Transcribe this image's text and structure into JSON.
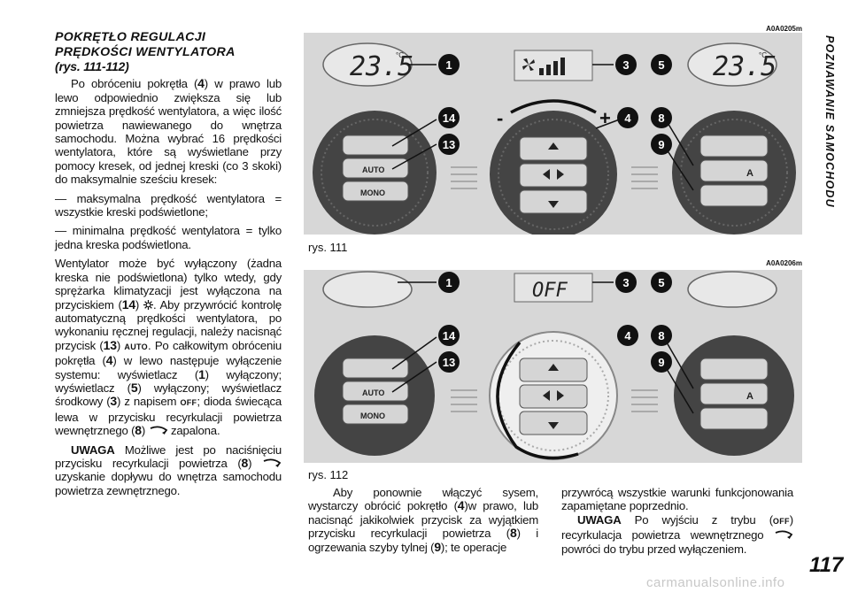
{
  "section": {
    "title_line1": "POKRĘTŁO REGULACJI",
    "title_line2": "PRĘDKOŚCI WENTYLATORA",
    "ref": "(rys. 111-112)"
  },
  "left": {
    "p1_a": "Po obróceniu pokrętła (",
    "p1_num": "4",
    "p1_b": ") w prawo lub lewo odpowiednio zwiększa się lub zmniejsza prędkość wentylatora, a więc ilość powietrza nawiewanego do wnętrza samochodu. Można wybrać 16 prędkości wentylatora, które są wyświetlane przy pomocy kresek, od jednej kreski (co 3 skoki) do maksymalnie sześciu kresek:",
    "li1": "— maksymalna prędkość wentylatora = wszystkie kreski podświetlone;",
    "li2": "— minimalna prędkość wentylatora = tylko jedna kreska podświetlona.",
    "p2_a": "Wentylator może być wyłączony (żadna kreska nie podświetlona) tylko wtedy, gdy sprężarka klimatyzacji jest wyłączona na przyciskiem (",
    "p2_n14": "14",
    "p2_b": ") ",
    "p2_c": ". Aby przywrócić kontrolę automatyczną prędkości wentylatora, po wykonaniu ręcznej regulacji, należy nacisnąć przycisk (",
    "p2_n13": "13",
    "p2_d": ") ",
    "p2_auto": "AUTO",
    "p2_e": ". Po całkowitym obróceniu pokrętła (",
    "p2_n4": "4",
    "p2_f": ") w lewo następuje wyłączenie systemu: wyświetlacz (",
    "p2_n1": "1",
    "p2_g": ") wyłączony; wyświetlacz (",
    "p2_n5": "5",
    "p2_h": ") wyłączony; wyświetlacz środkowy (",
    "p2_n3": "3",
    "p2_i": ") z napisem ",
    "p2_off": "OFF",
    "p2_j": "; dioda świecąca lewa w przycisku recyrkulacji powietrza wewnętrznego (",
    "p2_n8": "8",
    "p2_k": ") ",
    "p2_l": " zapalona.",
    "p3_uwaga": "UWAGA",
    "p3_a": " Możliwe jest po naciśnięciu przycisku recyrkulacji powietrza (",
    "p3_n8": "8",
    "p3_b": ") ",
    "p3_c": " uzyskanie dopływu do wnętrza samochodu powietrza zewnętrznego."
  },
  "fig1": {
    "code": "A0A0205m",
    "caption": "rys. 111",
    "left_display": "23.5",
    "right_display": "23.5",
    "unit": "°C",
    "minus": "-",
    "plus": "+",
    "auto_label": "AUTO",
    "mono_label": "MONO",
    "a_label": "A",
    "callouts": [
      "1",
      "3",
      "5",
      "14",
      "13",
      "4",
      "8",
      "9"
    ]
  },
  "fig2": {
    "code": "A0A0206m",
    "caption": "rys. 112",
    "center_display": "OFF",
    "auto_label": "AUTO",
    "mono_label": "MONO",
    "a_label": "A",
    "callouts": [
      "1",
      "3",
      "5",
      "14",
      "13",
      "4",
      "8",
      "9"
    ]
  },
  "mid": {
    "p_a": "Aby ponownie włączyć sysem, wystarczy obrócić pokrętło (",
    "p_n4": "4",
    "p_b": ")w prawo, lub nacisnąć jakikolwiek przycisk za wyjątkiem przycisku recyrkulacji powietrza (",
    "p_n8": "8",
    "p_c": ") i ogrzewania szyby tylnej (",
    "p_n9": "9",
    "p_d": "); te operacje"
  },
  "right": {
    "p1": "przywrócą wszystkie warunki funkcjonowania zapamiętane poprzednio.",
    "p2_uwaga": "UWAGA",
    "p2_a": " Po wyjściu z trybu (",
    "p2_off": "OFF",
    "p2_b": ") recyrkulacja powietrza wewnętrznego ",
    "p2_c": " powróci do trybu przed wyłączeniem."
  },
  "side": {
    "label": "POZNAWANIE SAMOCHODU",
    "page": "117"
  },
  "watermark": "carmanualsonline.info",
  "colors": {
    "figure_bg": "#d7d7d7",
    "knob_dark": "#3a3a3a",
    "callout": "#111111"
  }
}
